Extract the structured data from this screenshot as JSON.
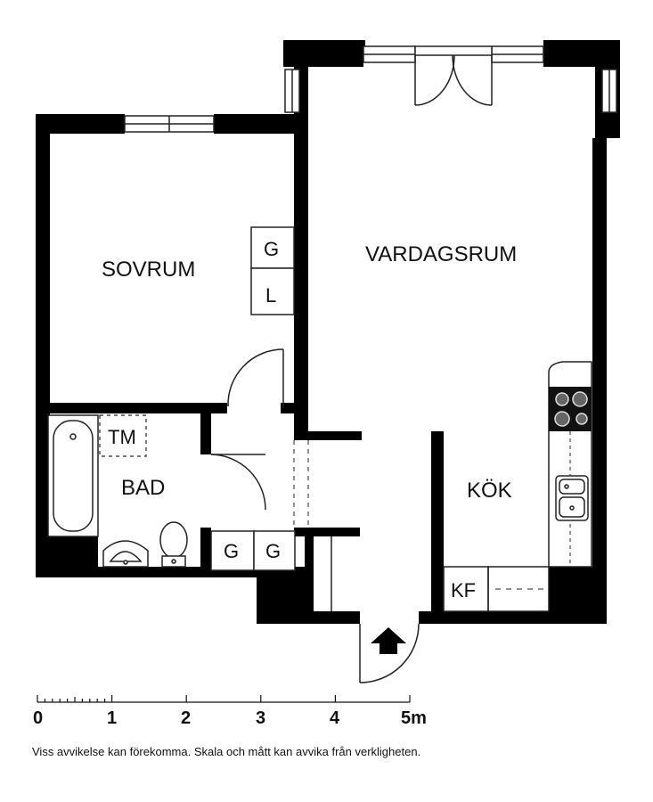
{
  "rooms": {
    "sovrum": "SOVRUM",
    "vardagsrum": "VARDAGSRUM",
    "bad": "BAD",
    "kok": "KÖK"
  },
  "fixtures": {
    "wardrobe_g": "G",
    "wardrobe_l": "L",
    "tm": "TM",
    "kf": "KF",
    "hall_g1": "G",
    "hall_g2": "G"
  },
  "scale": {
    "ticks": [
      "0",
      "1",
      "2",
      "3",
      "4"
    ],
    "end_label": "5m"
  },
  "disclaimer": "Viss avvikelse kan förekomma. Skala och mått kan avvika från verkligheten.",
  "colors": {
    "wall": "#000000",
    "line": "#222222",
    "background": "#ffffff"
  },
  "icons": [
    "entrance-arrow-icon",
    "stove-icon",
    "sink-icon",
    "bathtub-icon",
    "toilet-icon",
    "washbasin-icon"
  ]
}
